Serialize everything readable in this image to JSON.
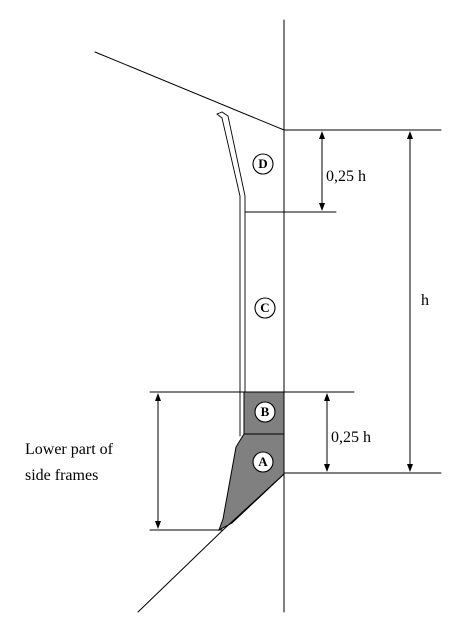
{
  "regions": {
    "a": "A",
    "b": "B",
    "c": "C",
    "d": "D"
  },
  "dimensions": {
    "top_quarter": "0,25 h",
    "full_height": "h",
    "bottom_quarter": "0,25 h"
  },
  "annotation": {
    "line1": "Lower part of",
    "line2": "side frames"
  },
  "colors": {
    "shaded_region": "#808080",
    "line": "#000000",
    "background": "#ffffff"
  }
}
